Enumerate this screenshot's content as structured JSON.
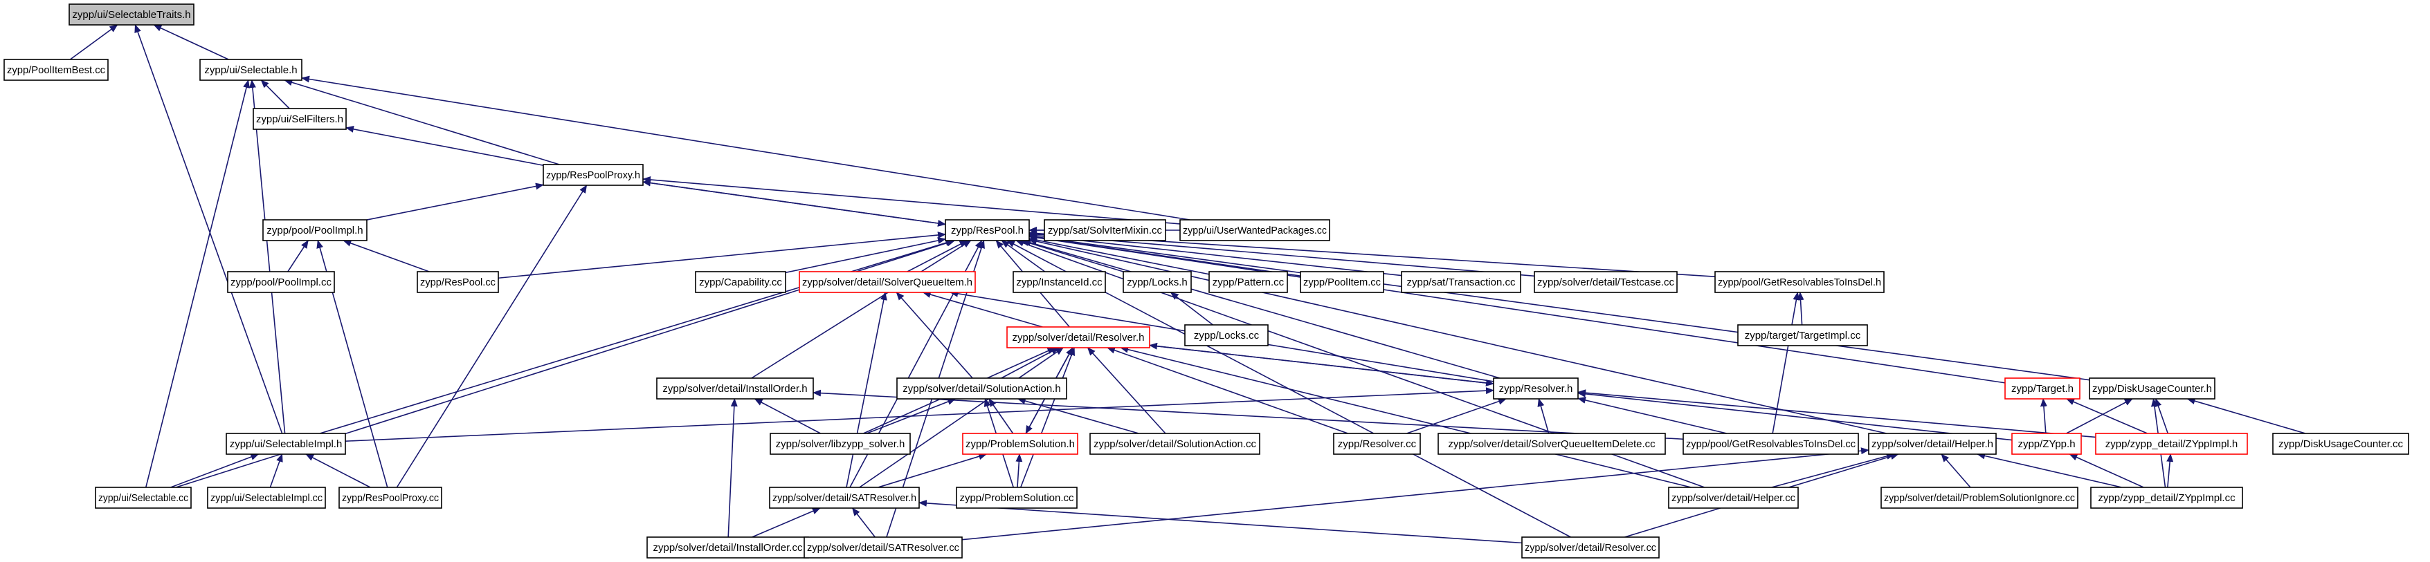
{
  "colors": {
    "edge": "#191970",
    "node_border": "#000000",
    "node_border_incomplete": "#ff0000",
    "root_fill": "#bfbfbf",
    "node_fill": "#ffffff"
  },
  "nodes": [
    {
      "id": "selectabletraits_h",
      "label": "zypp/ui/SelectableTraits.h",
      "style": "root"
    },
    {
      "id": "poolitembest_cc",
      "label": "zypp/PoolItemBest.cc"
    },
    {
      "id": "selectable_h",
      "label": "zypp/ui/Selectable.h"
    },
    {
      "id": "selfilters_h",
      "label": "zypp/ui/SelFilters.h"
    },
    {
      "id": "respoolproxy_h",
      "label": "zypp/ResPoolProxy.h"
    },
    {
      "id": "poolimpl_h",
      "label": "zypp/pool/PoolImpl.h"
    },
    {
      "id": "respool_h",
      "label": "zypp/ResPool.h"
    },
    {
      "id": "solvitermixin_cc",
      "label": "zypp/sat/SolvIterMixin.cc"
    },
    {
      "id": "userwantedpackages_cc",
      "label": "zypp/ui/UserWantedPackages.cc"
    },
    {
      "id": "poolimpl_cc",
      "label": "zypp/pool/PoolImpl.cc"
    },
    {
      "id": "respool_cc",
      "label": "zypp/ResPool.cc"
    },
    {
      "id": "capability_cc",
      "label": "zypp/Capability.cc"
    },
    {
      "id": "solverqueueitem_h",
      "label": "zypp/solver/detail/SolverQueueItem.h",
      "style": "red"
    },
    {
      "id": "instanceid_cc",
      "label": "zypp/InstanceId.cc"
    },
    {
      "id": "locks_h",
      "label": "zypp/Locks.h"
    },
    {
      "id": "pattern_cc",
      "label": "zypp/Pattern.cc"
    },
    {
      "id": "poolitem_cc",
      "label": "zypp/PoolItem.cc"
    },
    {
      "id": "transaction_cc",
      "label": "zypp/sat/Transaction.cc"
    },
    {
      "id": "testcase_cc",
      "label": "zypp/solver/detail/Testcase.cc"
    },
    {
      "id": "getresolvablestoinsdel_h",
      "label": "zypp/pool/GetResolvablesToInsDel.h"
    },
    {
      "id": "locks_cc",
      "label": "zypp/Locks.cc"
    },
    {
      "id": "targetimpl_cc",
      "label": "zypp/target/TargetImpl.cc"
    },
    {
      "id": "detail_resolver_h",
      "label": "zypp/solver/detail/Resolver.h",
      "style": "red"
    },
    {
      "id": "installorder_h",
      "label": "zypp/solver/detail/InstallOrder.h"
    },
    {
      "id": "solutionaction_h",
      "label": "zypp/solver/detail/SolutionAction.h"
    },
    {
      "id": "resolver_h",
      "label": "zypp/Resolver.h"
    },
    {
      "id": "target_h",
      "label": "zypp/Target.h",
      "style": "red"
    },
    {
      "id": "diskusagecounter_h",
      "label": "zypp/DiskUsageCounter.h"
    },
    {
      "id": "selectableimpl_h",
      "label": "zypp/ui/SelectableImpl.h"
    },
    {
      "id": "libzypp_solver_h",
      "label": "zypp/solver/libzypp_solver.h"
    },
    {
      "id": "problemsolution_h",
      "label": "zypp/ProblemSolution.h",
      "style": "red"
    },
    {
      "id": "solutionaction_cc",
      "label": "zypp/solver/detail/SolutionAction.cc"
    },
    {
      "id": "resolver_cc",
      "label": "zypp/Resolver.cc"
    },
    {
      "id": "solverqueueitemdelete_cc",
      "label": "zypp/solver/detail/SolverQueueItemDelete.cc"
    },
    {
      "id": "getresolvablestoinsdel_cc",
      "label": "zypp/pool/GetResolvablesToInsDel.cc"
    },
    {
      "id": "helper_h",
      "label": "zypp/solver/detail/Helper.h"
    },
    {
      "id": "zypp_h",
      "label": "zypp/ZYpp.h",
      "style": "red"
    },
    {
      "id": "zyppimpl_h",
      "label": "zypp/zypp_detail/ZYppImpl.h",
      "style": "red"
    },
    {
      "id": "diskusagecounter_cc",
      "label": "zypp/DiskUsageCounter.cc"
    },
    {
      "id": "selectable_cc",
      "label": "zypp/ui/Selectable.cc"
    },
    {
      "id": "selectableimpl_cc",
      "label": "zypp/ui/SelectableImpl.cc"
    },
    {
      "id": "respoolproxy_cc",
      "label": "zypp/ResPoolProxy.cc"
    },
    {
      "id": "satresolver_h",
      "label": "zypp/solver/detail/SATResolver.h"
    },
    {
      "id": "problemsolution_cc",
      "label": "zypp/ProblemSolution.cc"
    },
    {
      "id": "helper_cc",
      "label": "zypp/solver/detail/Helper.cc"
    },
    {
      "id": "problemsolutionignore_cc",
      "label": "zypp/solver/detail/ProblemSolutionIgnore.cc"
    },
    {
      "id": "zyppimpl_cc",
      "label": "zypp/zypp_detail/ZYppImpl.cc"
    },
    {
      "id": "installorder_cc",
      "label": "zypp/solver/detail/InstallOrder.cc"
    },
    {
      "id": "satresolver_cc",
      "label": "zypp/solver/detail/SATResolver.cc"
    },
    {
      "id": "detail_resolver_cc",
      "label": "zypp/solver/detail/Resolver.cc"
    }
  ],
  "edges": [
    [
      "selectabletraits_h",
      "poolitembest_cc"
    ],
    [
      "selectabletraits_h",
      "selectable_h"
    ],
    [
      "selectabletraits_h",
      "selectableimpl_h"
    ],
    [
      "selectable_h",
      "selfilters_h"
    ],
    [
      "selectable_h",
      "respoolproxy_h"
    ],
    [
      "selectable_h",
      "userwantedpackages_cc"
    ],
    [
      "selectable_h",
      "selectableimpl_h"
    ],
    [
      "selectable_h",
      "selectable_cc"
    ],
    [
      "selfilters_h",
      "respoolproxy_h"
    ],
    [
      "respoolproxy_h",
      "poolimpl_h"
    ],
    [
      "respoolproxy_h",
      "respool_h"
    ],
    [
      "respoolproxy_h",
      "userwantedpackages_cc"
    ],
    [
      "respoolproxy_h",
      "respoolproxy_cc"
    ],
    [
      "poolimpl_h",
      "poolimpl_cc"
    ],
    [
      "poolimpl_h",
      "respool_cc"
    ],
    [
      "poolimpl_h",
      "respoolproxy_cc"
    ],
    [
      "respool_h",
      "respoolproxy_h"
    ],
    [
      "respool_h",
      "solvitermixin_cc"
    ],
    [
      "respool_h",
      "userwantedpackages_cc"
    ],
    [
      "respool_h",
      "respool_cc"
    ],
    [
      "respool_h",
      "capability_cc"
    ],
    [
      "respool_h",
      "solverqueueitem_h"
    ],
    [
      "respool_h",
      "instanceid_cc"
    ],
    [
      "respool_h",
      "locks_h"
    ],
    [
      "respool_h",
      "pattern_cc"
    ],
    [
      "respool_h",
      "poolitem_cc"
    ],
    [
      "respool_h",
      "transaction_cc"
    ],
    [
      "respool_h",
      "testcase_cc"
    ],
    [
      "respool_h",
      "getresolvablestoinsdel_h"
    ],
    [
      "respool_h",
      "detail_resolver_h"
    ],
    [
      "respool_h",
      "installorder_h"
    ],
    [
      "respool_h",
      "resolver_h"
    ],
    [
      "respool_h",
      "target_h"
    ],
    [
      "respool_h",
      "diskusagecounter_h"
    ],
    [
      "respool_h",
      "selectableimpl_h"
    ],
    [
      "respool_h",
      "helper_h"
    ],
    [
      "respool_h",
      "selectable_cc"
    ],
    [
      "respool_h",
      "satresolver_h"
    ],
    [
      "respool_h",
      "satresolver_cc"
    ],
    [
      "respool_h",
      "helper_cc"
    ],
    [
      "respool_h",
      "detail_resolver_cc"
    ],
    [
      "locks_h",
      "locks_cc"
    ],
    [
      "getresolvablestoinsdel_h",
      "targetimpl_cc"
    ],
    [
      "getresolvablestoinsdel_h",
      "getresolvablestoinsdel_cc"
    ],
    [
      "solverqueueitem_h",
      "detail_resolver_h"
    ],
    [
      "solverqueueitem_h",
      "solutionaction_h"
    ],
    [
      "solverqueueitem_h",
      "satresolver_h"
    ],
    [
      "solverqueueitem_h",
      "resolver_h"
    ],
    [
      "detail_resolver_h",
      "solutionaction_h"
    ],
    [
      "detail_resolver_h",
      "libzypp_solver_h"
    ],
    [
      "detail_resolver_h",
      "problemsolution_h"
    ],
    [
      "detail_resolver_h",
      "solutionaction_cc"
    ],
    [
      "detail_resolver_h",
      "resolver_h"
    ],
    [
      "detail_resolver_h",
      "resolver_cc"
    ],
    [
      "detail_resolver_h",
      "problemsolution_cc"
    ],
    [
      "detail_resolver_h",
      "helper_cc"
    ],
    [
      "detail_resolver_h",
      "satresolver_h"
    ],
    [
      "resolver_h",
      "detail_resolver_h"
    ],
    [
      "resolver_h",
      "selectableimpl_h"
    ],
    [
      "resolver_h",
      "resolver_cc"
    ],
    [
      "resolver_h",
      "solverqueueitemdelete_cc"
    ],
    [
      "resolver_h",
      "getresolvablestoinsdel_cc"
    ],
    [
      "resolver_h",
      "zypp_h"
    ],
    [
      "resolver_h",
      "zyppimpl_h"
    ],
    [
      "installorder_h",
      "libzypp_solver_h"
    ],
    [
      "installorder_h",
      "installorder_cc"
    ],
    [
      "installorder_h",
      "getresolvablestoinsdel_cc"
    ],
    [
      "solutionaction_h",
      "libzypp_solver_h"
    ],
    [
      "solutionaction_h",
      "problemsolution_h"
    ],
    [
      "solutionaction_h",
      "solutionaction_cc"
    ],
    [
      "solutionaction_h",
      "problemsolution_cc"
    ],
    [
      "problemsolution_h",
      "detail_resolver_h"
    ],
    [
      "problemsolution_h",
      "satresolver_h"
    ],
    [
      "problemsolution_h",
      "problemsolution_cc"
    ],
    [
      "target_h",
      "zypp_h"
    ],
    [
      "target_h",
      "zyppimpl_h"
    ],
    [
      "diskusagecounter_h",
      "zypp_h"
    ],
    [
      "diskusagecounter_h",
      "zyppimpl_h"
    ],
    [
      "diskusagecounter_h",
      "diskusagecounter_cc"
    ],
    [
      "diskusagecounter_h",
      "zyppimpl_cc"
    ],
    [
      "zypp_h",
      "zyppimpl_cc"
    ],
    [
      "zyppimpl_h",
      "zyppimpl_cc"
    ],
    [
      "selectableimpl_h",
      "selectable_cc"
    ],
    [
      "selectableimpl_h",
      "selectableimpl_cc"
    ],
    [
      "selectableimpl_h",
      "respoolproxy_cc"
    ],
    [
      "helper_h",
      "helper_cc"
    ],
    [
      "helper_h",
      "problemsolutionignore_cc"
    ],
    [
      "helper_h",
      "zyppimpl_cc"
    ],
    [
      "helper_h",
      "satresolver_cc"
    ],
    [
      "helper_h",
      "detail_resolver_cc"
    ],
    [
      "satresolver_h",
      "installorder_cc"
    ],
    [
      "satresolver_h",
      "satresolver_cc"
    ],
    [
      "satresolver_h",
      "detail_resolver_cc"
    ]
  ]
}
